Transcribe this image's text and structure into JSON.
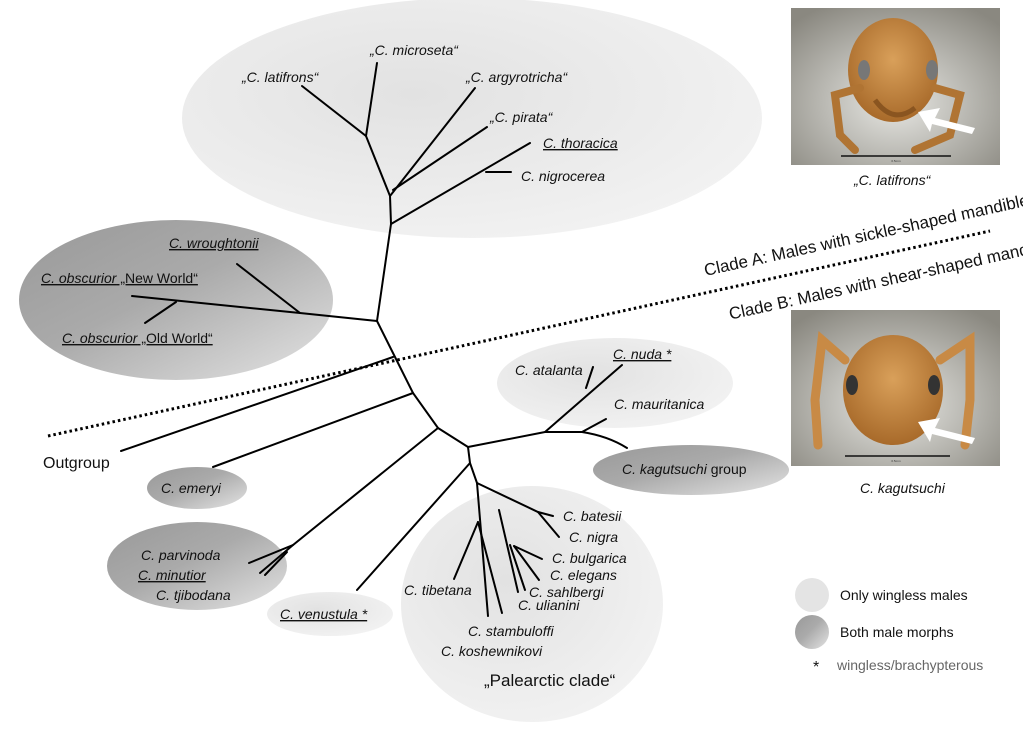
{
  "clade_a": {
    "name": "Clade A:",
    "desc": "Males with sickle-shaped mandibles"
  },
  "clade_b": {
    "name": "Clade B:",
    "desc": "Males with shear-shaped mandibles"
  },
  "taxa": {
    "latifrons": "„C. latifrons“",
    "microseta": "„C. microseta“",
    "argyrotricha": "„C. argyrotricha“",
    "pirata": "„C. pirata“",
    "thoracica": "C. thoracica",
    "nigrocerea": "C. nigrocerea",
    "wroughtonii": "C. wroughtonii",
    "obscurior": "C. obscurior",
    "new_world": " „New World“",
    "old_world": " „Old World“",
    "outgroup": "Outgroup",
    "atalanta": "C. atalanta",
    "nuda": "C. nuda *",
    "mauritanica": "C. mauritanica",
    "kagutsuchi": "C. kagutsuchi",
    "group": " group",
    "emeryi": "C. emeryi",
    "parvinoda": "C. parvinoda",
    "minutior": "C. minutior",
    "tjibodana": "C. tjibodana",
    "venustula": "C. venustula *",
    "batesii": "C. batesii",
    "nigra": "C. nigra",
    "bulgarica": "C. bulgarica",
    "elegans": "C. elegans",
    "sahlbergi": "C. sahlbergi",
    "ulianini": "C. ulianini",
    "tibetana": "C. tibetana",
    "stambuloffi": "C. stambuloffi",
    "koshewnikovi": "C. koshewnikovi",
    "palearctic": "„Palearctic clade“"
  },
  "photos": {
    "top_caption": "„C. latifrons“",
    "top_scale": "0.5mm",
    "bottom_caption": "C. kagutsuchi",
    "bottom_scale": "0.5mm"
  },
  "legend": {
    "wingless": "Only wingless males",
    "both": "Both male morphs",
    "star": "*",
    "star_label": "wingless/brachypterous"
  },
  "colors": {
    "light_fill": "#e6e6e6",
    "dark_fill": "#a8a8a8",
    "branch": "#000000"
  }
}
